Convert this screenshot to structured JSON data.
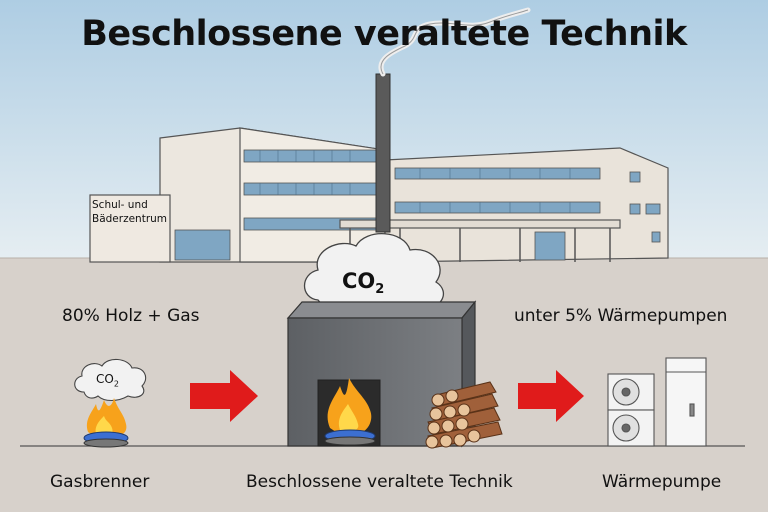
{
  "title": "Beschlossene veraltete Technik",
  "building": {
    "sign_line1": "Schul- und",
    "sign_line2": "Bäderzentrum"
  },
  "left": {
    "caption_top": "80% Holz + Gas",
    "cloud_label_main": "CO",
    "cloud_label_sub": "2",
    "caption_bottom": "Gasbrenner"
  },
  "center": {
    "cloud_label_main": "CO",
    "cloud_label_sub": "2",
    "caption_bottom": "Beschlossene veraltete Technik"
  },
  "right": {
    "caption_top": "unter 5% Wärmepumpen",
    "caption_bottom": "Wärmepumpe"
  },
  "colors": {
    "sky": "#b9d4e6",
    "ground": "#d7d1cb",
    "arrow": "#e01b1b",
    "boiler": "#6c6e72",
    "flame": "#f7a21b",
    "wood": "#9a5a36"
  }
}
